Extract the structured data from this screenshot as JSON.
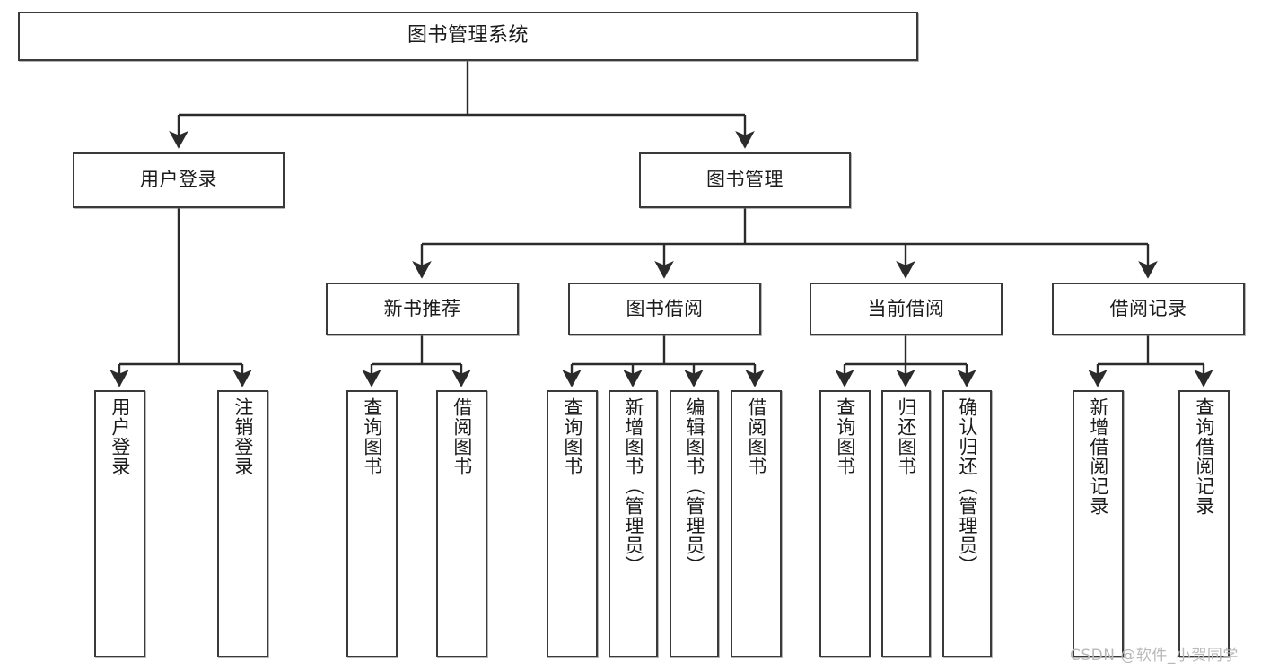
{
  "diagram": {
    "type": "tree-hierarchy-chart",
    "title": "图书管理系统",
    "watermark": "CSDN @软件_小贺同学",
    "colors": {
      "box_border": "#3a3a3a",
      "box_fill": "#ffffff",
      "connector": "#2b2b2b",
      "text": "#1b1b1b",
      "watermark": "#b9b9b9",
      "background": "#ffffff"
    },
    "root": {
      "label": "图书管理系统"
    },
    "level2": [
      {
        "label": "用户登录"
      },
      {
        "label": "图书管理"
      }
    ],
    "level3": [
      {
        "label": "新书推荐"
      },
      {
        "label": "图书借阅"
      },
      {
        "label": "当前借阅"
      },
      {
        "label": "借阅记录"
      }
    ],
    "leaves": {
      "user_login": [
        {
          "label": "用户登录"
        },
        {
          "label": "注销登录"
        }
      ],
      "new_book": [
        {
          "label": "查询图书"
        },
        {
          "label": "借阅图书"
        }
      ],
      "book_borrow": [
        {
          "label": "查询图书"
        },
        {
          "label": "新增图书（管理员）"
        },
        {
          "label": "编辑图书（管理员）"
        },
        {
          "label": "借阅图书"
        }
      ],
      "current_borrow": [
        {
          "label": "查询图书"
        },
        {
          "label": "归还图书"
        },
        {
          "label": "确认归还（管理员）"
        }
      ],
      "borrow_record": [
        {
          "label": "新增借阅记录"
        },
        {
          "label": "查询借阅记录"
        }
      ]
    }
  }
}
